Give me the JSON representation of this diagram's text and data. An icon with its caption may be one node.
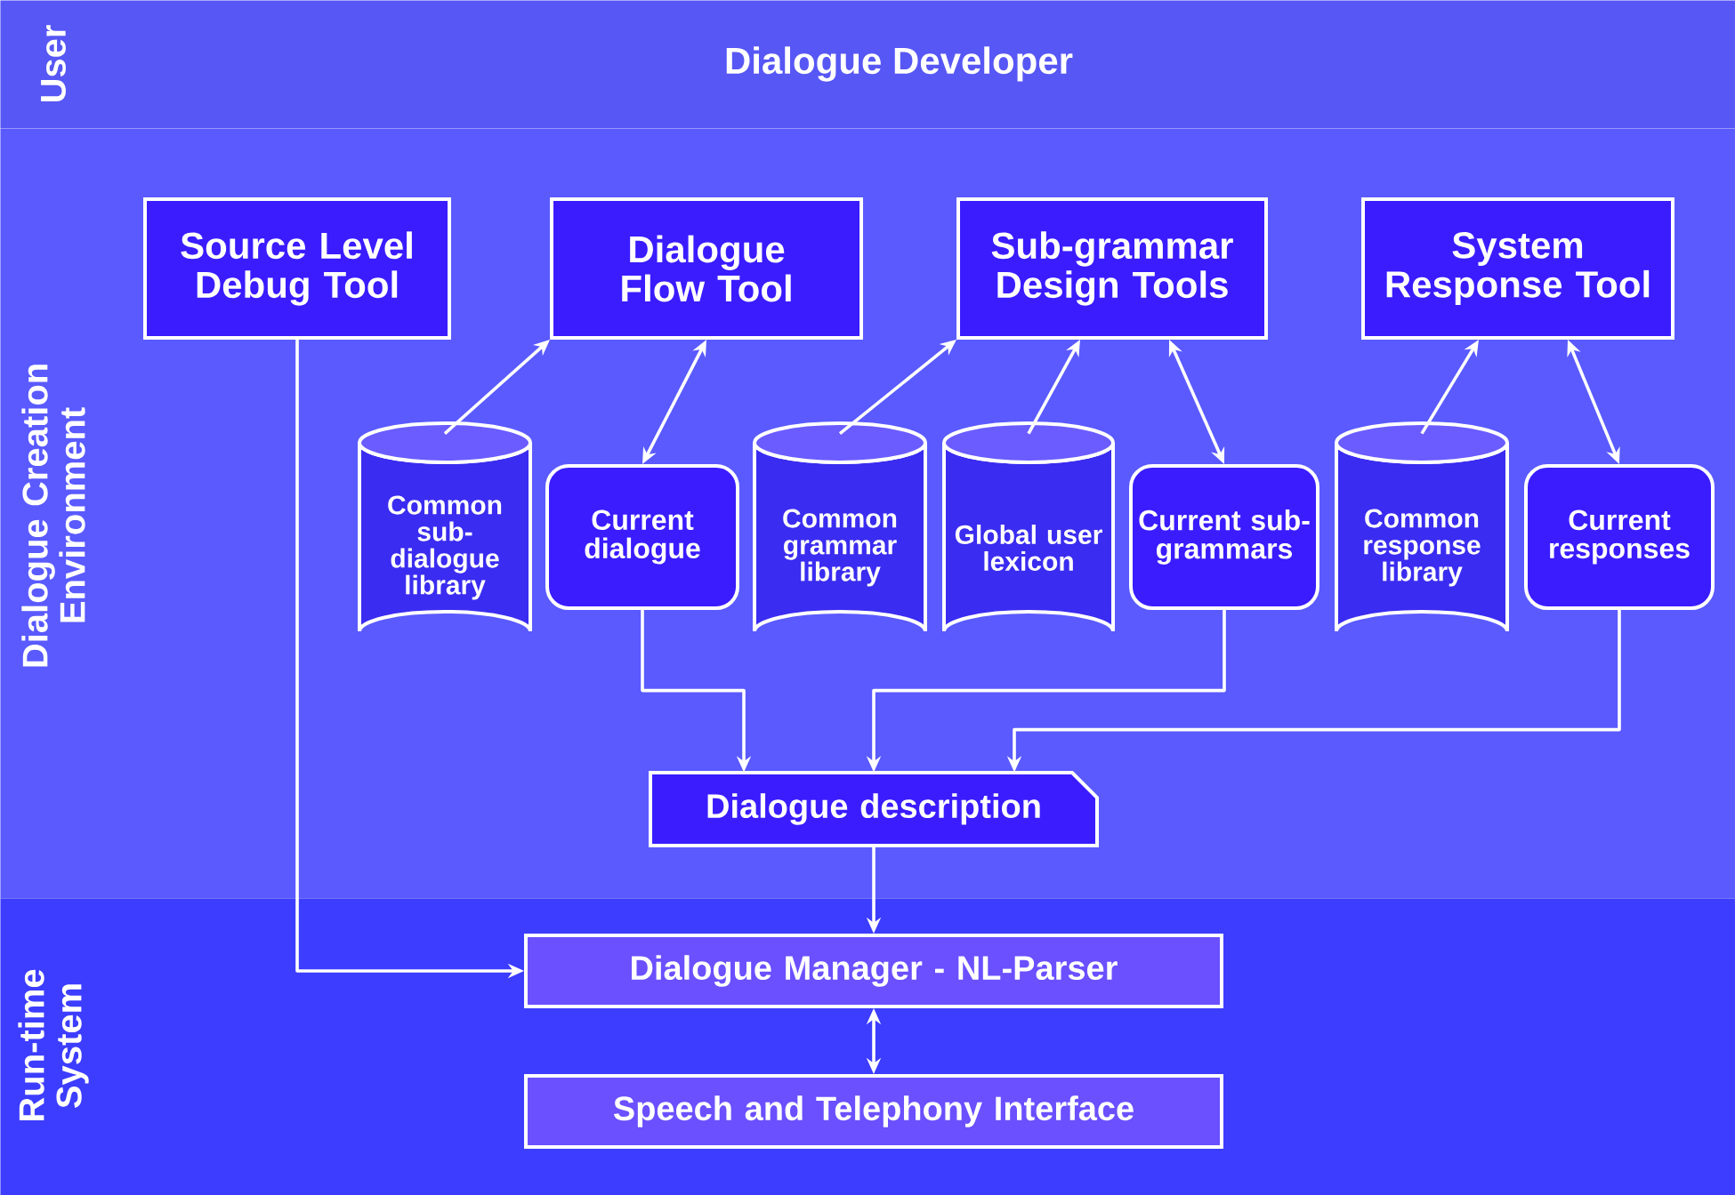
{
  "diagram": {
    "nodes": [
      {
        "text": [
          "User",
          "Dialogue Developer"
        ]
      },
      {
        "text": [
          "Dialogue Creation Environment"
        ]
      },
      {
        "text": [
          "Source Level Debug Tool"
        ],
        "in": 1
      },
      {
        "text": [
          "Dialogue Flow Tool"
        ],
        "in": 1
      },
      {
        "text": [
          "Sub-grammar Design Tools"
        ],
        "in": 1
      },
      {
        "text": [
          "System Response Tool"
        ],
        "in": 1
      },
      {
        "text": [
          "Common sub-dialogue library"
        ],
        "in": 1
      },
      {
        "text": [
          "Current dialogue"
        ],
        "in": 1
      },
      {
        "text": [
          "Common grammar library"
        ],
        "in": 1
      },
      {
        "text": [
          "Global user lexicon"
        ],
        "in": 1
      },
      {
        "text": [
          "Current sub-grammars"
        ],
        "in": 1
      },
      {
        "text": [
          "Common response library"
        ],
        "in": 1
      },
      {
        "text": [
          "Current responses"
        ],
        "in": 1
      },
      {
        "text": [
          "Dialogue description"
        ],
        "in": 1
      },
      {
        "text": [
          "Run-time System"
        ]
      },
      {
        "text": [
          "Dialogue Manager - NL-Parser"
        ],
        "in": 14
      },
      {
        "text": [
          "Speech and Telephony Interface"
        ],
        "in": 14
      }
    ],
    "edges": [
      {
        "from": 6,
        "to": 3,
        "arrow": "to"
      },
      {
        "from": 3,
        "to": 7,
        "arrow": "both"
      },
      {
        "from": 8,
        "to": 4,
        "arrow": "to"
      },
      {
        "from": 9,
        "to": 4,
        "arrow": "to"
      },
      {
        "from": 4,
        "to": 10,
        "arrow": "both"
      },
      {
        "from": 11,
        "to": 5,
        "arrow": "to"
      },
      {
        "from": 5,
        "to": 12,
        "arrow": "both"
      },
      {
        "from": 7,
        "to": 13,
        "arrow": "to"
      },
      {
        "from": 10,
        "to": 13,
        "arrow": "to"
      },
      {
        "from": 12,
        "to": 13,
        "arrow": "to"
      },
      {
        "from": 13,
        "to": 15,
        "arrow": "to"
      },
      {
        "from": 2,
        "to": 15,
        "arrow": "to"
      },
      {
        "from": 15,
        "to": 16,
        "arrow": "both"
      }
    ]
  }
}
